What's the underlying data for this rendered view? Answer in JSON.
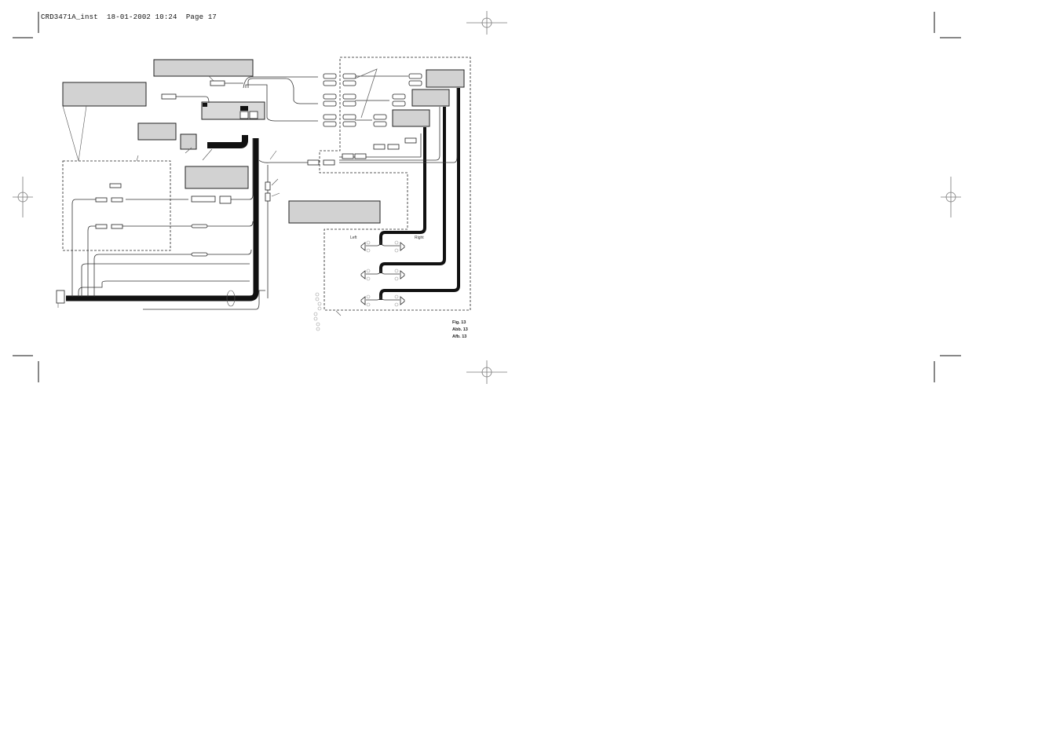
{
  "header": {
    "slug": "CRD3471A_inst",
    "date": "18-01-2002",
    "time": "10:24",
    "page_label": "Page 17",
    "line": "CRD3471A_inst  18-01-2002 10:24  Page 17"
  },
  "figure": {
    "captions": [
      "Fig. 13",
      "Abb. 13",
      "Afb. 13"
    ]
  },
  "speaker_labels": {
    "left": "Left",
    "right": "Right"
  },
  "colors": {
    "box_fill": "#d2d2d2",
    "line": "#222222",
    "cable": "#111111",
    "grey_wire": "#8a8a8a"
  }
}
